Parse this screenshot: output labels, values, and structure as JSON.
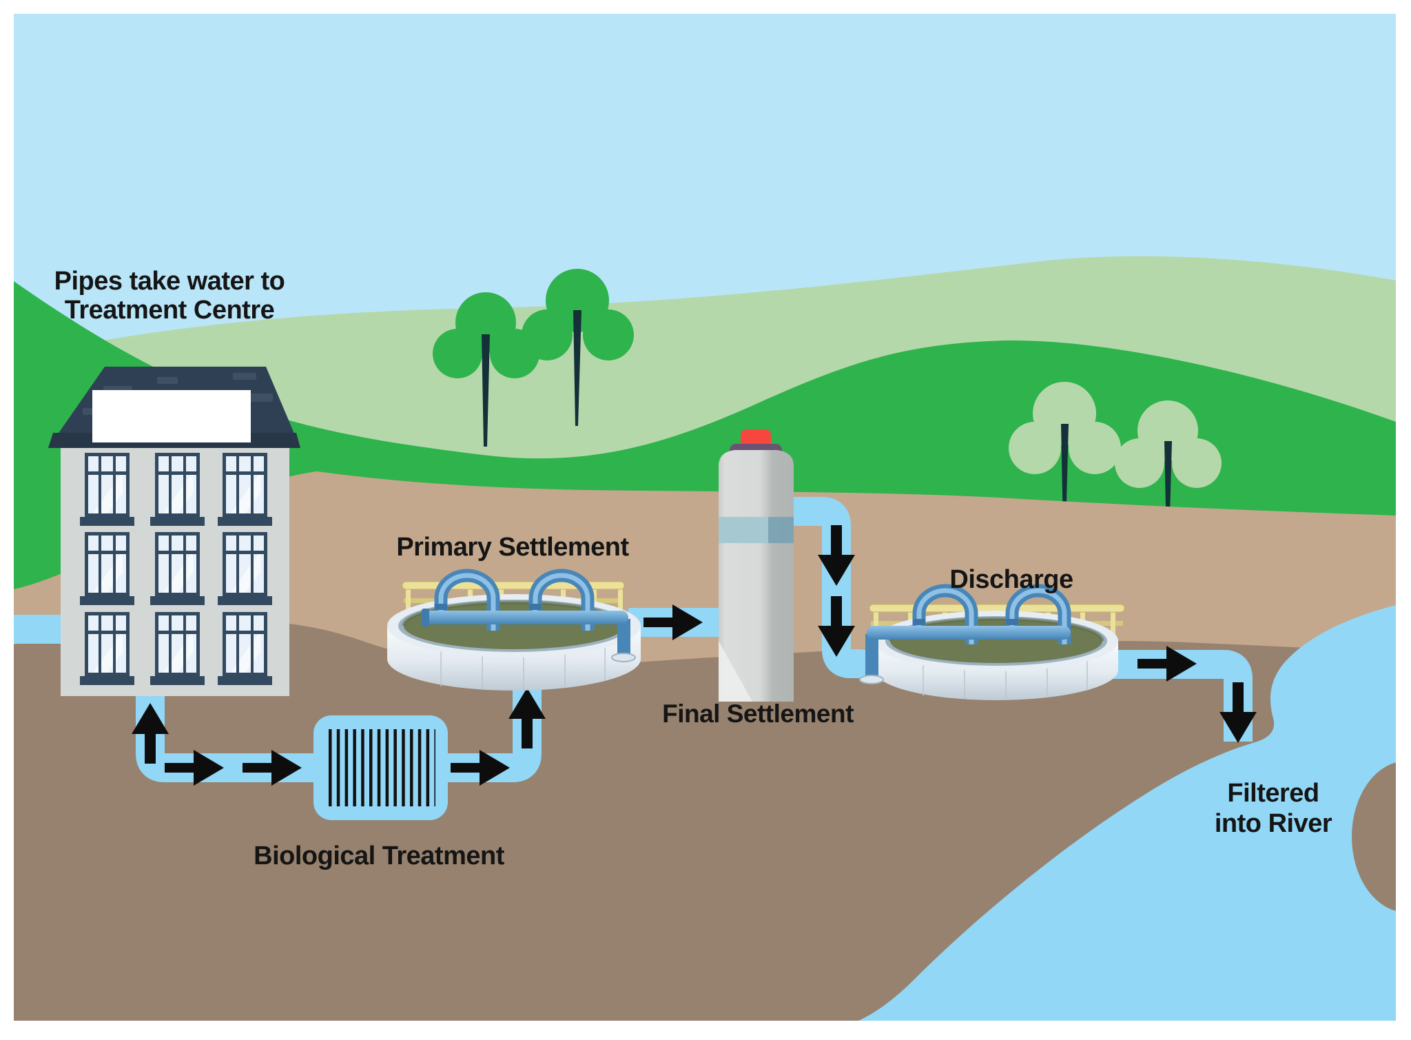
{
  "scene": {
    "description": "Wastewater treatment process diagram",
    "labels": {
      "house": {
        "line1": "Pipes take water to",
        "line2": "Treatment Centre"
      },
      "primary": "Primary Settlement",
      "biological": "Biological Treatment",
      "final": "Final Settlement",
      "discharge": "Discharge",
      "river": {
        "line1": "Filtered",
        "line2": "into River"
      }
    },
    "flow_sequence": [
      "Pipes take water to Treatment Centre",
      "Biological Treatment",
      "Primary Settlement",
      "Final Settlement",
      "Discharge",
      "Filtered into River"
    ],
    "colors": {
      "sky": "#b9e5f8",
      "hill_light": "#b5d8ab",
      "hill_dark": "#2fb34c",
      "ground_upper": "#c3a88d",
      "ground_lower": "#96826e",
      "channel": "#92d7f6",
      "river": "#92d7f6",
      "tank_water": "#6d7a52",
      "railing": "#ece19b",
      "railing_dark": "#d6c97d",
      "pipe_blue": "#4886b8",
      "pipe_highlight": "#8fc0e5",
      "roof": "#2f4054",
      "roof_eave": "#273748",
      "facade": "#d3d8d6",
      "window_frame": "#33495f",
      "glass": "#e9f2fb",
      "arrow": "#0d0d0d",
      "tower_cap": "#6a5372",
      "tower_knob": "#f7463d",
      "tower_band": "#7ba3b3",
      "tower_band_light": "#a6c9d3",
      "trunk": "#143038",
      "text_color": "#151515"
    }
  }
}
